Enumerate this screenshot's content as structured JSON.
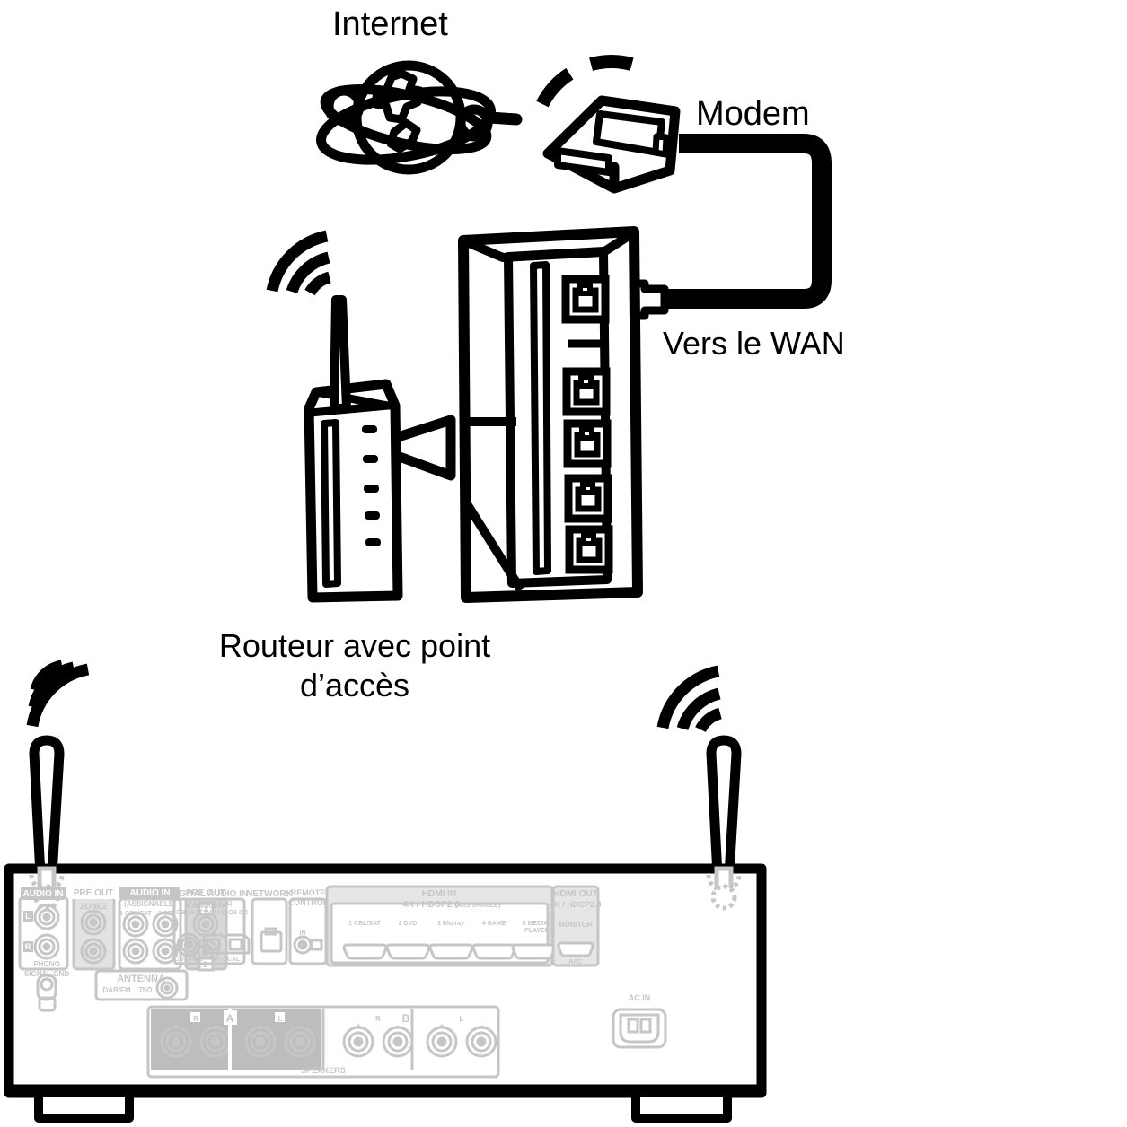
{
  "diagram": {
    "title_labels": {
      "internet": "Internet",
      "modem": "Modem",
      "wan": "Vers le WAN",
      "router_caption": "Routeur avec point d’accès"
    },
    "icons": {
      "globe": "globe-internet-icon",
      "modem": "modem-icon",
      "router": "router-icon",
      "access_point": "wireless-access-point-icon",
      "wifi_waves": "wifi-signal-icon",
      "rj45_plug": "rj45-plug-icon"
    },
    "router": {
      "wan_port_count": 1,
      "lan_port_count": 4
    },
    "colors": {
      "line": "#000000",
      "panel_text": "#c6c6c6",
      "panel_fill": "#ffffff",
      "shield_fill": "#bdbdbd"
    }
  },
  "receiver": {
    "name": "av-receiver-rear-panel",
    "antennas": [
      "antenna-left",
      "antenna-right"
    ],
    "sections": [
      {
        "id": "audio-in-phono",
        "title": "AUDIO IN",
        "sub": "",
        "jacks": [
          "L",
          "R"
        ],
        "footer": "PHONO"
      },
      {
        "id": "signal-gnd",
        "title": "SIGNAL GND",
        "sub": "",
        "jacks": [],
        "footer": ""
      },
      {
        "id": "pre-out-zone2",
        "title": "PRE OUT",
        "sub": "ZONE2",
        "jacks": [
          "L",
          "R"
        ],
        "footer": ""
      },
      {
        "id": "audio-in-assignable",
        "title": "AUDIO IN",
        "sub": "(ASSIGNABLE)",
        "jacks": [
          "1 CBL/SAT",
          "3 DVD"
        ],
        "footer": ""
      },
      {
        "id": "pre-out-subwoofer",
        "title": "PRE OUT",
        "sub": "SUBWOOFER",
        "jacks": [
          "1",
          "2"
        ],
        "footer": ""
      },
      {
        "id": "digital-audio-in",
        "title": "DIGITAL AUDIO IN",
        "sub": "(ASSIGNABLE)",
        "jacks": [
          "COAXIAL",
          "OPTICAL"
        ],
        "footer": ""
      },
      {
        "id": "antenna",
        "title": "ANTENNA",
        "sub": "DAB/FM",
        "jacks": [
          "75Ω"
        ],
        "footer": ""
      },
      {
        "id": "network",
        "title": "NETWORK",
        "sub": "",
        "jacks": [
          "ethernet"
        ],
        "footer": ""
      },
      {
        "id": "remote-control",
        "title": "REMOTE CONTROL",
        "sub": "IN",
        "jacks": [],
        "footer": ""
      },
      {
        "id": "hdmi-in",
        "title": "HDMI IN",
        "sub": "4K / HDCP2.3 (ASSIGNABLE)",
        "jacks": [
          "1 CBL/SAT",
          "2 DVD",
          "3 Blu-ray",
          "4 GAME",
          "5 MEDIA PLAYER"
        ],
        "footer": ""
      },
      {
        "id": "hdmi-out",
        "title": "HDMI OUT",
        "sub": "4K / HDCP2.3",
        "jacks": [
          "MONITOR"
        ],
        "footer": "ARC"
      },
      {
        "id": "speakers",
        "title": "SPEAKERS",
        "sub": "",
        "jacks": [
          "A",
          "B"
        ],
        "footer": ""
      },
      {
        "id": "ac-in",
        "title": "AC IN",
        "sub": "",
        "jacks": [],
        "footer": ""
      }
    ],
    "labels": {
      "audio_in": "AUDIO IN",
      "phono": "PHONO",
      "signal_gnd": "SIGNAL GND",
      "pre_out": "PRE OUT",
      "zone2": "ZONE2",
      "assignable": "(ASSIGNABLE)",
      "subwoofer": "SUBWOOFER",
      "sub1": "1",
      "sub2": "2",
      "digital_audio_in": "DIGITAL AUDIO IN",
      "coaxial": "COAXIAL",
      "optical": "OPTICAL",
      "dig1": "1 CBL/SAT",
      "dig2": "2 TV AUDIO",
      "dig3": "3 CD",
      "antenna": "ANTENNA",
      "dabfm": "DAB/FM",
      "ohm": "75Ω",
      "network": "NETWORK",
      "remote_control_1": "REMOTE",
      "remote_control_2": "CONTROL",
      "remote_in": "IN",
      "hdmi_in": "HDMI IN",
      "hdmi_spec": "4K / HDCP2.3",
      "hdmi_assignable": "(ASSIGNABLE)",
      "hdmi1": "1 CBL/SAT",
      "hdmi2": "2 DVD",
      "hdmi3": "3 Blu-ray",
      "hdmi4": "4 GAME",
      "hdmi5a": "5 MEDIA",
      "hdmi5b": "PLAYER",
      "hdmi_out": "HDMI OUT",
      "monitor": "MONITOR",
      "arc": "ARC",
      "speakers": "SPEAKERS",
      "zone_a": "A",
      "zone_b": "B",
      "left": "L",
      "right": "R",
      "plus": "+",
      "minus": "−",
      "ac_in": "AC IN"
    }
  }
}
